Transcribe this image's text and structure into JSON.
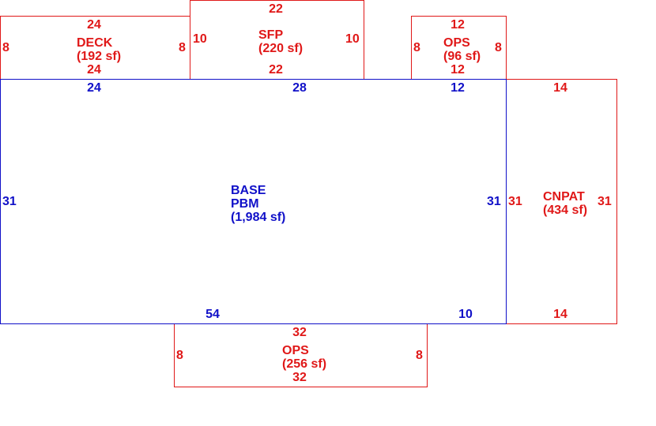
{
  "colors": {
    "base": "#1010c8",
    "addition": "#e01818"
  },
  "base": {
    "name": "BASE",
    "code": "PBM",
    "area": "(1,984 sf)",
    "top": "24",
    "top_mid": "28",
    "top_right": "12",
    "left": "31",
    "right": "31",
    "bottom_mid": "54",
    "bottom_right": "10"
  },
  "deck": {
    "name": "DECK",
    "area": "(192 sf)",
    "top": "24",
    "bottom": "24",
    "left": "8",
    "right": "8"
  },
  "sfp": {
    "name": "SFP",
    "area": "(220 sf)",
    "top": "22",
    "bottom": "22",
    "left": "10",
    "right": "10"
  },
  "ops_top": {
    "name": "OPS",
    "area": "(96 sf)",
    "top": "12",
    "bottom": "12",
    "left": "8",
    "right": "8"
  },
  "cnpat": {
    "name": "CNPAT",
    "area": "(434 sf)",
    "top": "14",
    "bottom": "14",
    "left": "31",
    "right": "31"
  },
  "ops_bottom": {
    "name": "OPS",
    "area": "(256 sf)",
    "top": "32",
    "bottom": "32",
    "left": "8",
    "right": "8"
  }
}
